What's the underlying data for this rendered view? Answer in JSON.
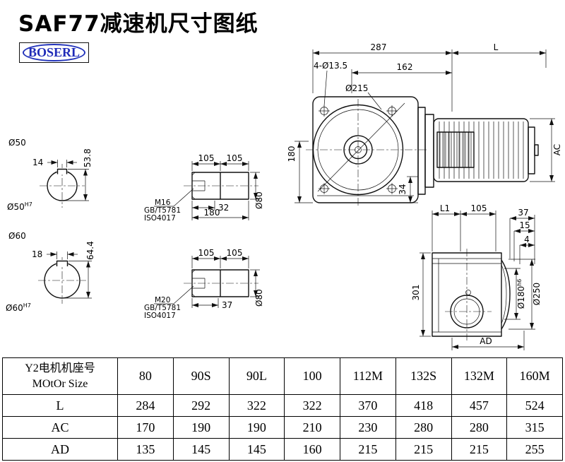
{
  "header": {
    "title": "SAF77减速机尺寸图纸",
    "brand": "BOSERL"
  },
  "sections": {
    "s1": {
      "label": "Ø50",
      "key": "14",
      "height": "53.8",
      "fit": "Ø50",
      "fit_sup": "H7"
    },
    "s2": {
      "label": "Ø60",
      "key": "18",
      "height": "64.4",
      "fit": "Ø60",
      "fit_sup": "H7"
    }
  },
  "details": {
    "d1": {
      "seg1": "105",
      "seg2": "105",
      "thread": "M16",
      "std1": "GB/T5781",
      "std2": "ISO4017",
      "tlen": "32",
      "len": "180",
      "dia": "Ø80"
    },
    "d2": {
      "seg1": "105",
      "seg2": "105",
      "thread": "M20",
      "std1": "GB/T5781",
      "std2": "ISO4017",
      "tlen": "37",
      "dia": "Ø80"
    }
  },
  "front_view": {
    "w287": "287",
    "l": "L",
    "holes": "4-Ø13.5",
    "w162": "162",
    "d215": "Ø215",
    "h180": "180",
    "d34": "34",
    "ac": "AC"
  },
  "side_view": {
    "l1": "L1",
    "t105": "105",
    "d37": "37",
    "d15": "15",
    "d4": "4",
    "h301": "301",
    "bore": "Ø180",
    "bore_fit": "h6",
    "flange": "Ø250",
    "ad": "AD"
  },
  "table": {
    "header1": "Y2电机机座号",
    "header2": "MOtOr Size",
    "cols": [
      "80",
      "90S",
      "90L",
      "100",
      "112M",
      "132S",
      "132M",
      "160M"
    ],
    "rows": [
      {
        "label": "L",
        "values": [
          "284",
          "292",
          "322",
          "322",
          "370",
          "418",
          "457",
          "524"
        ]
      },
      {
        "label": "AC",
        "values": [
          "170",
          "190",
          "190",
          "210",
          "230",
          "280",
          "280",
          "315"
        ]
      },
      {
        "label": "AD",
        "values": [
          "135",
          "145",
          "145",
          "160",
          "215",
          "215",
          "215",
          "255"
        ]
      }
    ]
  }
}
